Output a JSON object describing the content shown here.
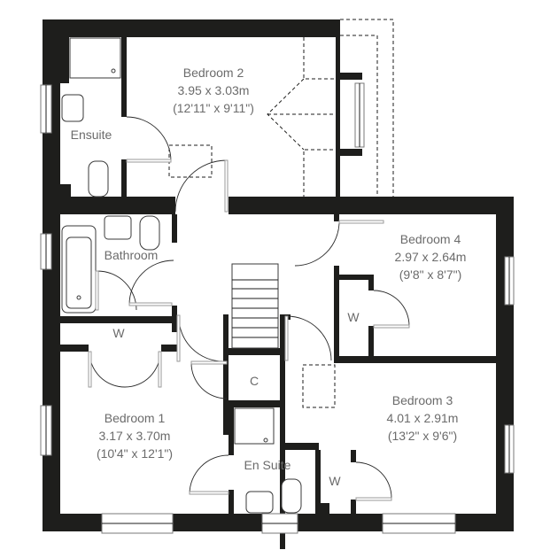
{
  "floor_plan": {
    "colors": {
      "wall": "#1e1e1c",
      "label": "#6b6b6b",
      "background": "#ffffff"
    },
    "rooms": [
      {
        "id": "bedroom2",
        "name": "Bedroom 2",
        "metric": "3.95 x 3.03m",
        "imperial": "(12'11\" x 9'11\")"
      },
      {
        "id": "ensuite",
        "name": "Ensuite"
      },
      {
        "id": "bathroom",
        "name": "Bathroom"
      },
      {
        "id": "bedroom4",
        "name": "Bedroom 4",
        "metric": "2.97 x 2.64m",
        "imperial": "(9'8\" x 8'7\")"
      },
      {
        "id": "bedroom1",
        "name": "Bedroom 1",
        "metric": "3.17 x 3.70m",
        "imperial": "(10'4\" x 12'1\")"
      },
      {
        "id": "bedroom3",
        "name": "Bedroom 3",
        "metric": "4.01 x 2.91m",
        "imperial": "(13'2\" x 9'6\")"
      },
      {
        "id": "en_suite",
        "name": "En Suite"
      }
    ],
    "storage": [
      {
        "id": "w_bedroom1",
        "label": "W"
      },
      {
        "id": "w_bedroom4",
        "label": "W"
      },
      {
        "id": "w_bedroom3",
        "label": "W"
      },
      {
        "id": "c_landing",
        "label": "C"
      }
    ]
  }
}
